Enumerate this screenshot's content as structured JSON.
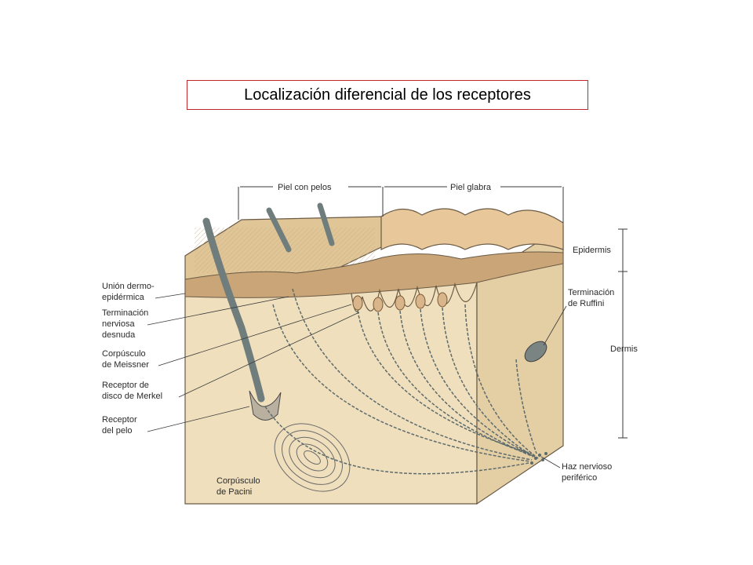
{
  "slide": {
    "title": "Localización diferencial de los receptores"
  },
  "figure": {
    "top_labels": {
      "hairy_skin": "Piel con pelos",
      "glabrous_skin": "Piel glabra"
    },
    "left_labels": {
      "dermo_epidermal_junction": [
        "Unión dermo-",
        "epidérmica"
      ],
      "free_nerve_ending": [
        "Terminación",
        "nerviosa",
        "desnuda"
      ],
      "meissner": [
        "Corpúsculo",
        "de Meissner"
      ],
      "merkel": [
        "Receptor de",
        "disco de Merkel"
      ],
      "hair_receptor": [
        "Receptor",
        "del pelo"
      ]
    },
    "right_labels": {
      "epidermis": "Epidermis",
      "ruffini": [
        "Terminación",
        "de Ruffini"
      ],
      "dermis": "Dermis",
      "nerve_bundle": [
        "Haz nervioso",
        "periférico"
      ]
    },
    "bottom_labels": {
      "pacini": [
        "Corpúsculo",
        "de Pacini"
      ]
    },
    "colors": {
      "dermis": "#ecd9b0",
      "epidermis": "#dcbf94",
      "junction": "#c29a6e",
      "nerve": "#5d6b6c",
      "hair": "#6f7d7d",
      "title_border": "#c0282d"
    }
  }
}
